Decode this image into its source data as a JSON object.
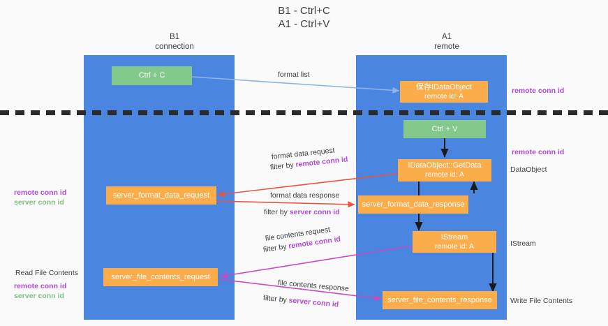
{
  "title": {
    "line1": "B1 - Ctrl+C",
    "line2": "A1 - Ctrl+V"
  },
  "columns": [
    {
      "id": "b1",
      "name": "B1",
      "role": "connection"
    },
    {
      "id": "a1",
      "name": "A1",
      "role": "remote"
    }
  ],
  "nodes": {
    "ctrl_c": {
      "label": "Ctrl + C",
      "sub": ""
    },
    "idataobject_remote": {
      "label": "保存IDataObject",
      "sub": "remote id: A"
    },
    "ctrl_v": {
      "label": "Ctrl + V",
      "sub": ""
    },
    "getdata": {
      "label": "IDataObject::GetData",
      "sub": "remote id: A"
    },
    "server_format_data_request": {
      "label": "server_format_data_request",
      "sub": ""
    },
    "server_format_data_response": {
      "label": "server_format_data_response",
      "sub": ""
    },
    "istream": {
      "label": "IStream",
      "sub": "remote id: A"
    },
    "server_file_contents_request": {
      "label": "server_file_contents_request",
      "sub": ""
    },
    "server_file_contents_response": {
      "label": "server_file_contents_response",
      "sub": ""
    }
  },
  "edge_labels": {
    "format_list": "format list",
    "format_data_request": "format data request",
    "format_data_request_filter_prefix": "filter by ",
    "format_data_request_filter_key": "remote conn id",
    "format_data_response": "format data response",
    "format_data_response_filter_prefix": "filter by ",
    "format_data_response_filter_key": "server conn id",
    "file_contents_request": "file contents request",
    "file_contents_request_filter_prefix": "filter by ",
    "file_contents_request_filter_key": "remote conn id",
    "file_contents_response": "file contents response",
    "file_contents_response_filter_prefix": "filter by ",
    "file_contents_response_filter_key": "server conn id"
  },
  "annotations": {
    "right_remote_conn_top": "remote conn id",
    "right_remote_conn_mid": "remote conn id",
    "right_dataobject": "DataObject",
    "right_istream": "IStream",
    "right_write_file_contents": "Write File Contents",
    "left_remote_conn_id": "remote conn id",
    "left_server_conn_id": "server conn id",
    "left_read_file_contents": "Read File Contents",
    "left_remote_conn_id_2": "remote conn id",
    "left_server_conn_id_2": "server conn id"
  },
  "colors": {
    "lane": "#4a86e0",
    "node_green": "#83c98b",
    "node_orange": "#fbad4c",
    "key_remote": "#b04bd6",
    "key_server": "#7dc47f",
    "arrow_blue": "#8ab4e8",
    "arrow_red": "#e8543f",
    "arrow_magenta": "#c44bc4",
    "arrow_black": "#1a1a1a",
    "separator": "#2b2b2b",
    "background": "#fafafa"
  }
}
